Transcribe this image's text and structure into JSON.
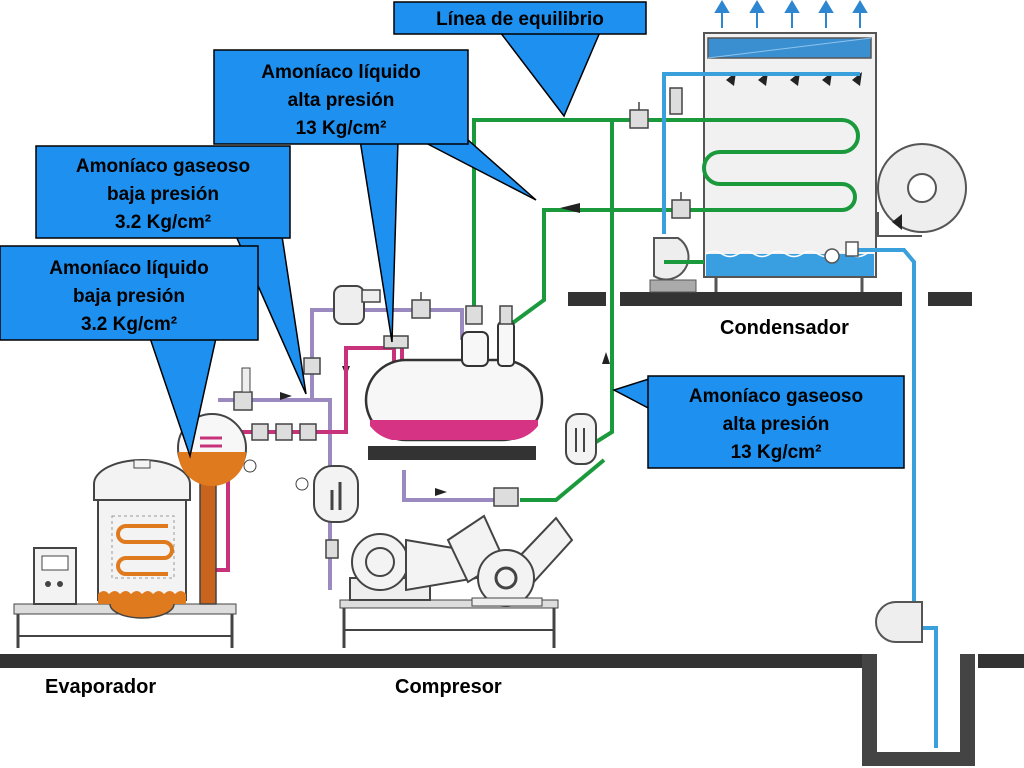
{
  "callouts": {
    "equilibrium": {
      "lines": [
        "Línea de equilibrio"
      ]
    },
    "liquid_high": {
      "lines": [
        "Amoníaco líquido",
        "alta presión",
        "13 Kg/cm²"
      ]
    },
    "gas_low": {
      "lines": [
        "Amoníaco gaseoso",
        "baja presión",
        "3.2 Kg/cm²"
      ]
    },
    "liquid_low": {
      "lines": [
        "Amoníaco líquido",
        "baja presión",
        "3.2 Kg/cm²"
      ]
    },
    "gas_high": {
      "lines": [
        "Amoníaco gaseoso",
        "alta presión",
        "13 Kg/cm²"
      ]
    }
  },
  "labels": {
    "condensador": "Condensador",
    "evaporador": "Evaporador",
    "compresor": "Compresor"
  },
  "colors": {
    "callout_fill": "#1E90F0",
    "green_line": "#1A9A3C",
    "blue_line": "#3AA0DC",
    "purple_line": "#9A8AC0",
    "magenta_line": "#C8327A",
    "copper": "#D2691E",
    "floor": "#333333"
  }
}
